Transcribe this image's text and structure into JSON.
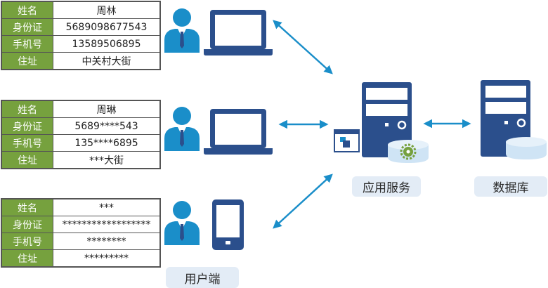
{
  "cards": [
    {
      "rows": [
        {
          "key": "姓名",
          "val": "周林"
        },
        {
          "key": "身份证",
          "val": "5689098677543"
        },
        {
          "key": "手机号",
          "val": "13589506895"
        },
        {
          "key": "住址",
          "val": "中关村大街"
        }
      ]
    },
    {
      "rows": [
        {
          "key": "姓名",
          "val": "周琳"
        },
        {
          "key": "身份证",
          "val": "5689****543"
        },
        {
          "key": "手机号",
          "val": "135****6895"
        },
        {
          "key": "住址",
          "val": "***大街"
        }
      ]
    },
    {
      "rows": [
        {
          "key": "姓名",
          "val": "***"
        },
        {
          "key": "身份证",
          "val": "******************"
        },
        {
          "key": "手机号",
          "val": "********"
        },
        {
          "key": "住址",
          "val": "*********"
        }
      ]
    }
  ],
  "labels": {
    "client": "用户端",
    "app_service": "应用服务",
    "database": "数据库"
  },
  "icons": [
    "user-icon",
    "laptop-icon",
    "mobile-phone-icon",
    "server-icon",
    "database-icon",
    "gear-icon",
    "app-window-icon",
    "bidirectional-arrow-icon"
  ],
  "colors": {
    "icon_blue": "#1a8ec9",
    "device_navy": "#2b4f8c",
    "arrow": "#1a8ec9",
    "key_green": "#76a13e",
    "pill_bg": "#e3ecf6",
    "db_light": "#cfe4f5"
  }
}
